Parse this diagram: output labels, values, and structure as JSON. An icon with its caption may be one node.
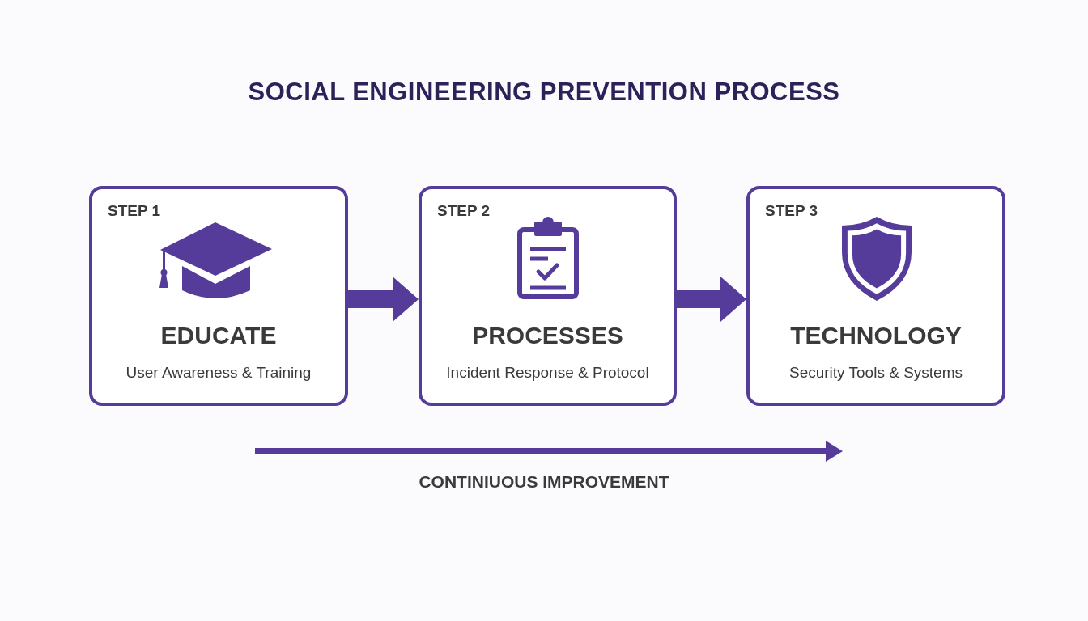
{
  "diagram": {
    "title": "SOCIAL ENGINEERING PREVENTION PROCESS",
    "nodes": [
      {
        "text": [
          "STEP 1",
          "EDUCATE",
          "User Awareness & Training"
        ]
      },
      {
        "text": [
          "STEP 2",
          "PROCESSES",
          "Incident Response & Protocol"
        ]
      },
      {
        "text": [
          "STEP 3",
          "TECHNOLOGY",
          "Security Tools & Systems"
        ]
      }
    ],
    "edges": [
      {
        "from": 0,
        "to": 1,
        "arrow": "to"
      },
      {
        "from": 1,
        "to": 2,
        "arrow": "to"
      }
    ],
    "labels": [
      "CONTINIUOUS IMPROVEMENT"
    ]
  }
}
